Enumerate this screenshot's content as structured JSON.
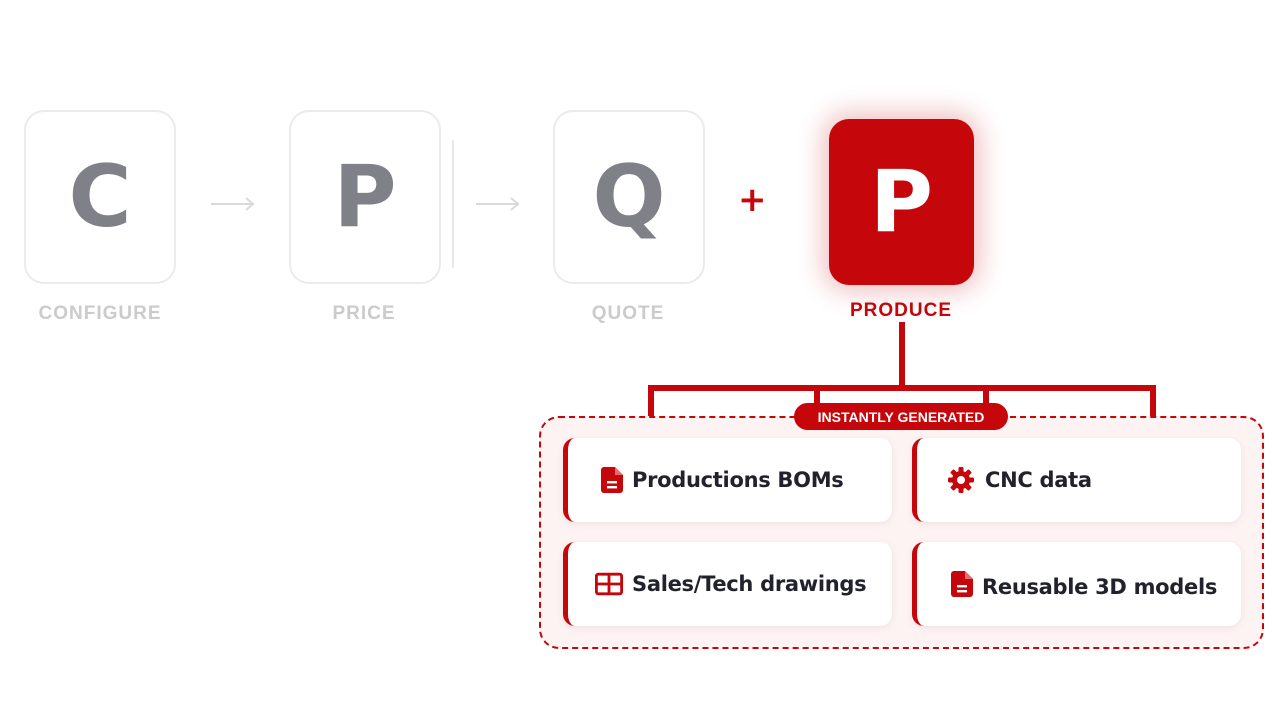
{
  "steps": [
    {
      "letter": "C",
      "label": "CONFIGURE"
    },
    {
      "letter": "P",
      "label": "PRICE"
    },
    {
      "letter": "Q",
      "label": "QUOTE"
    }
  ],
  "plus": "+",
  "produce": {
    "letter": "P",
    "label": "PRODUCE"
  },
  "badge": "INSTANTLY GENERATED",
  "outputs": [
    {
      "label": "Productions BOMs",
      "icon": "document-icon"
    },
    {
      "label": "CNC data",
      "icon": "gear-icon"
    },
    {
      "label": "Sales/Tech drawings",
      "icon": "grid-icon"
    },
    {
      "label": "Reusable 3D models",
      "icon": "document-icon"
    }
  ],
  "colors": {
    "accent": "#c5060b",
    "muted_letter": "#808088",
    "muted_label": "#cbcbcb",
    "panel_bg": "#fdf3f3",
    "card_text": "#22222c"
  }
}
